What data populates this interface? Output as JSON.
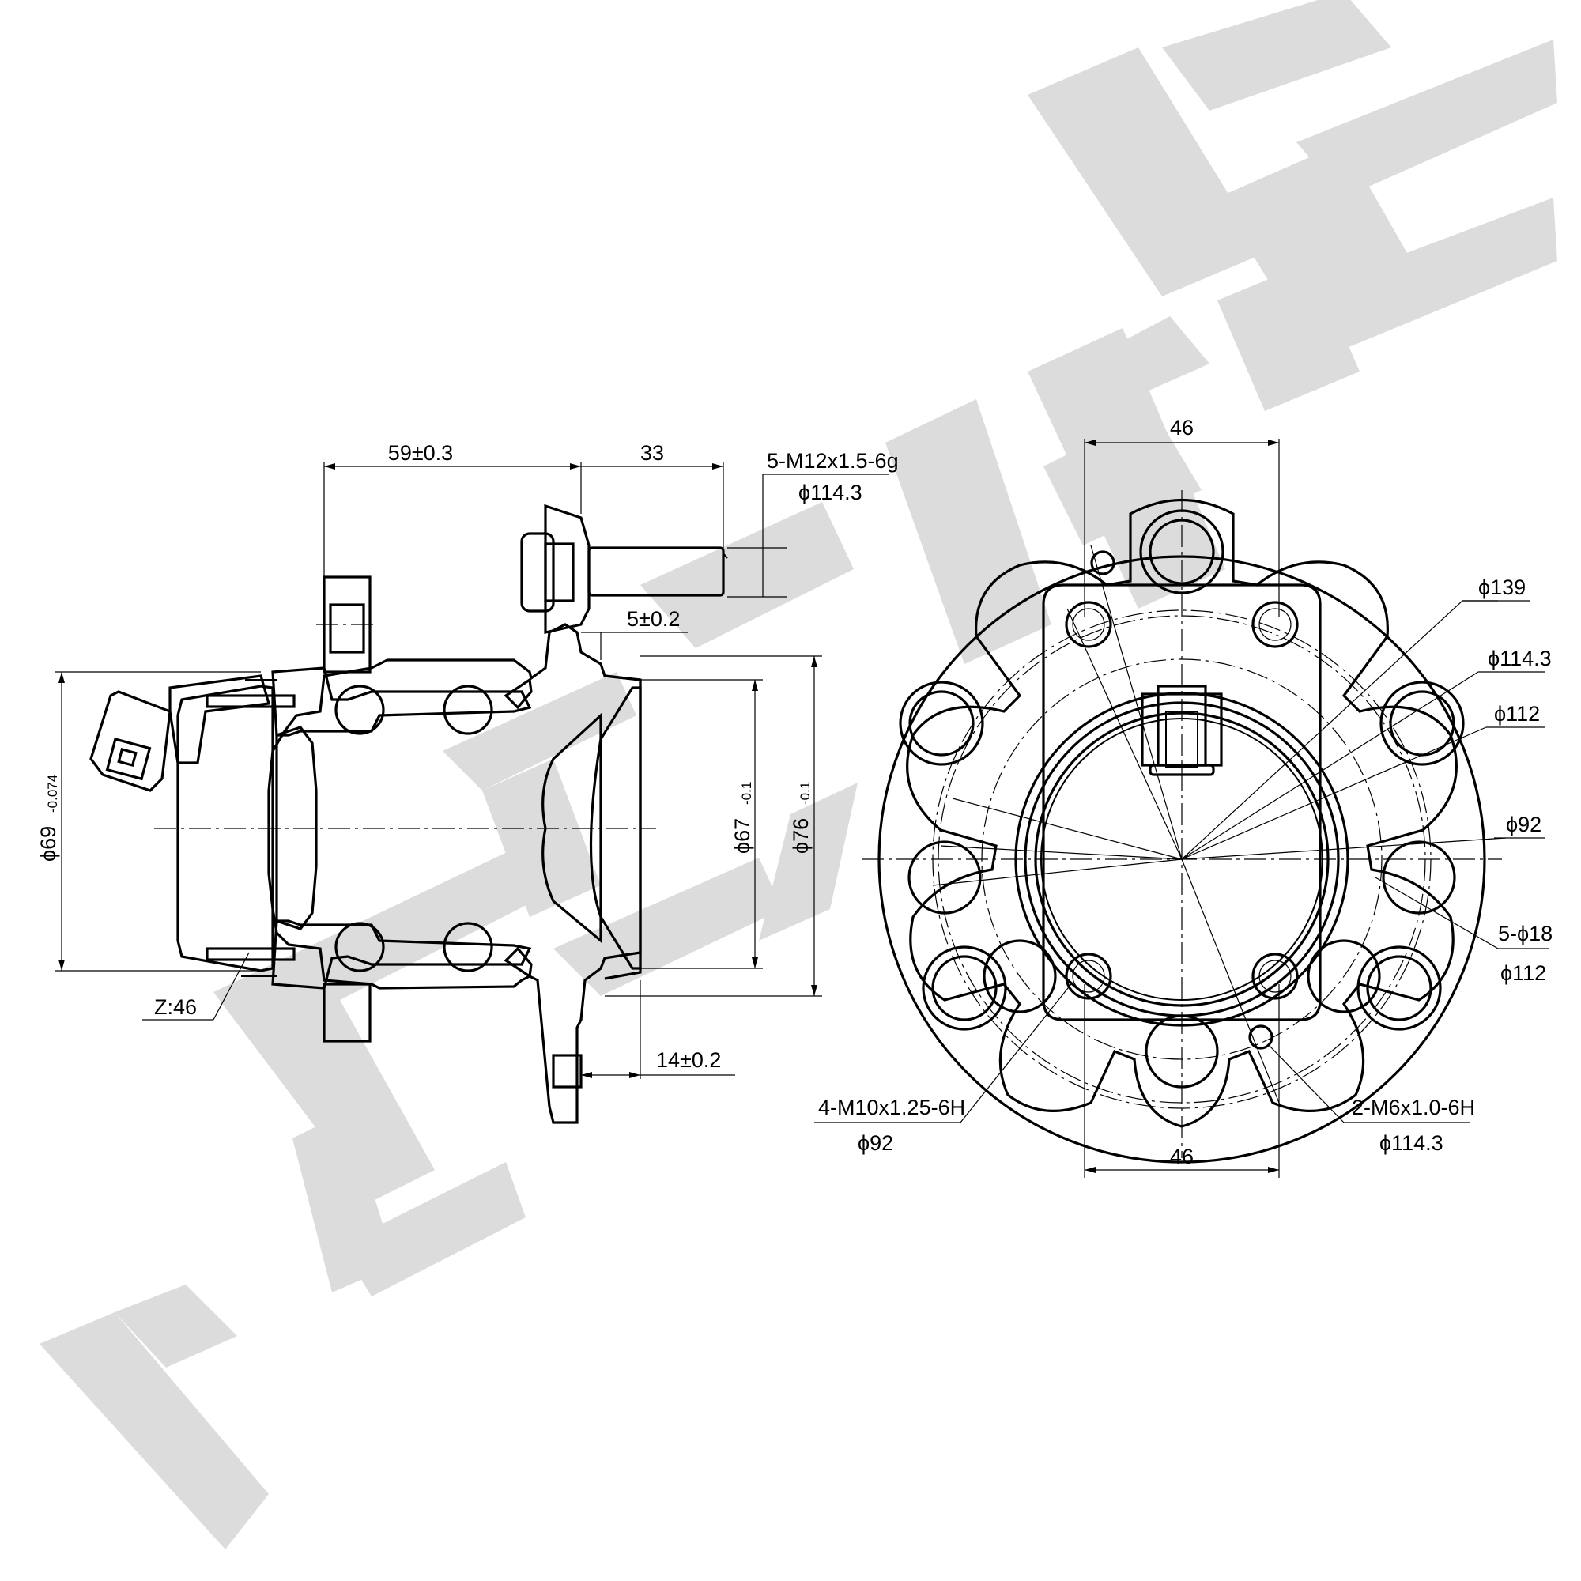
{
  "watermark": {
    "brand": "ZENNEK"
  },
  "side_view": {
    "dim_top_left": "59±0.3",
    "dim_top_right": "33",
    "stud_spec": "5-M12x1.5-6g",
    "stud_pcd": "ϕ114.3",
    "dim_offset": "5±0.2",
    "dim_flange": "14±0.2",
    "dia_bearing": "ϕ69",
    "dia_bearing_tol": "-0.074",
    "dia_pilot": "ϕ67",
    "dia_pilot_tol": "-0.1",
    "dia_hub": "ϕ76",
    "dia_hub_tol": "-0.1",
    "abs_teeth": "Z:46"
  },
  "front_view": {
    "dim_top": "46",
    "dim_bottom": "46",
    "dia_outer": "ϕ139",
    "dia_pcd_1": "ϕ114.3",
    "dia_112": "ϕ112",
    "dia_92": "ϕ92",
    "holes_spec": "5-ϕ18",
    "holes_pcd": "ϕ112",
    "thread_m10": "4-M10x1.25-6H",
    "thread_m10_pcd": "ϕ92",
    "thread_m6": "2-M6x1.0-6H",
    "thread_m6_pcd": "ϕ114.3"
  }
}
